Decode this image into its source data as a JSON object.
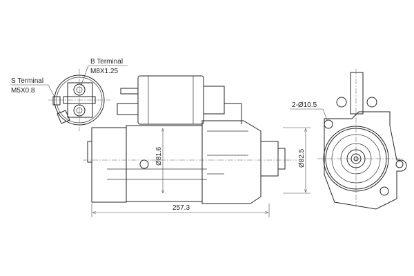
{
  "drawing": {
    "s_terminal": {
      "name": "S Terminal",
      "thread": "M5X0.8"
    },
    "b_terminal": {
      "name": "B Terminal",
      "thread": "M8X1.25"
    },
    "mounting_holes": "2-Ø10.5",
    "body_diameter": "Ø81.6",
    "pilot_diameter": "Ø82.5",
    "overall_length": "257.3"
  }
}
